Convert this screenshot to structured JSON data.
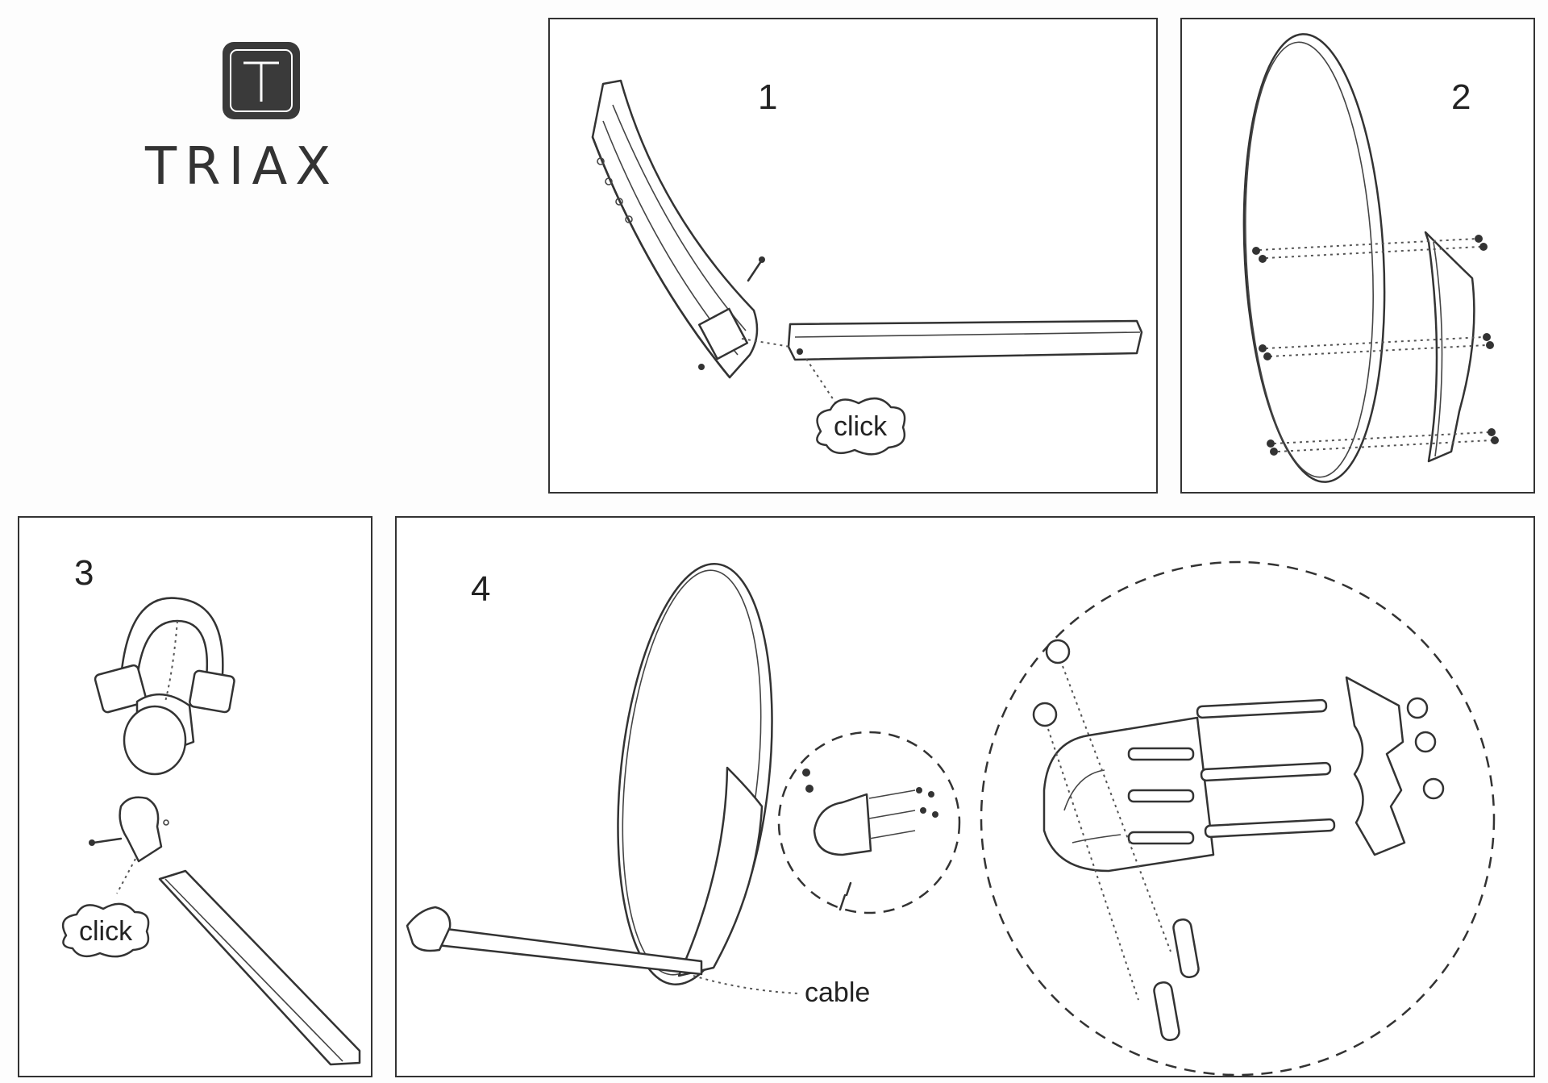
{
  "logo": {
    "brand": "TRIAX",
    "mark": "T"
  },
  "steps": [
    {
      "number": "1"
    },
    {
      "number": "2"
    },
    {
      "number": "3"
    },
    {
      "number": "4"
    }
  ],
  "callouts": {
    "step1_click": "click",
    "step3_click": "click",
    "step4_cable": "cable"
  }
}
